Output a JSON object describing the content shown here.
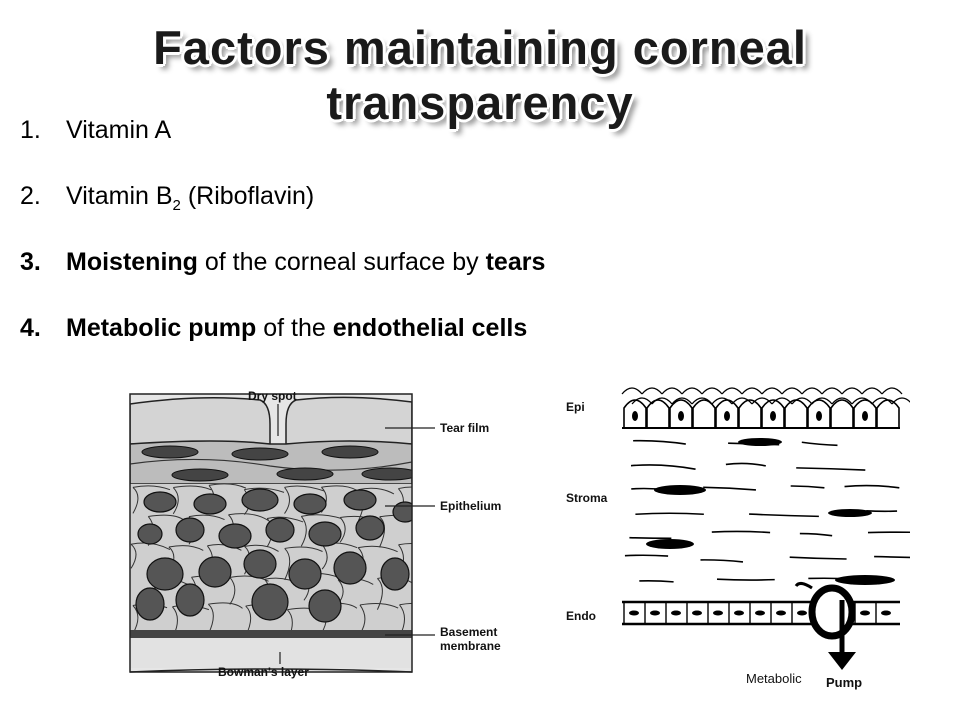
{
  "title": "Factors maintaining corneal transparency",
  "factors": [
    {
      "num": "1.",
      "parts": [
        {
          "text": "Vitamin A",
          "bold": false
        }
      ]
    },
    {
      "num": "2.",
      "parts": [
        {
          "text": "Vitamin B",
          "bold": false
        },
        {
          "text": "2",
          "bold": false,
          "sub": true
        },
        {
          "text": " (Riboflavin)",
          "bold": false
        }
      ]
    },
    {
      "num": "3.",
      "parts": [
        {
          "text": "Moistening",
          "bold": true
        },
        {
          "text": " of the corneal surface by ",
          "bold": false
        },
        {
          "text": "tears",
          "bold": true
        }
      ]
    },
    {
      "num": "4.",
      "parts": [
        {
          "text": "Metabolic pump",
          "bold": true
        },
        {
          "text": " of the ",
          "bold": false
        },
        {
          "text": "endothelial cells",
          "bold": true
        }
      ]
    }
  ],
  "figure_left": {
    "dry_spot": "Dry spot",
    "tear_film": "Tear film",
    "epithelium": "Epithelium",
    "basement_membrane_1": "Basement",
    "basement_membrane_2": "membrane",
    "bowmans_layer": "Bowman's layer"
  },
  "figure_right": {
    "epi": "Epi",
    "stroma": "Stroma",
    "endo": "Endo",
    "metabolic": "Metabolic",
    "pump": "Pump"
  }
}
